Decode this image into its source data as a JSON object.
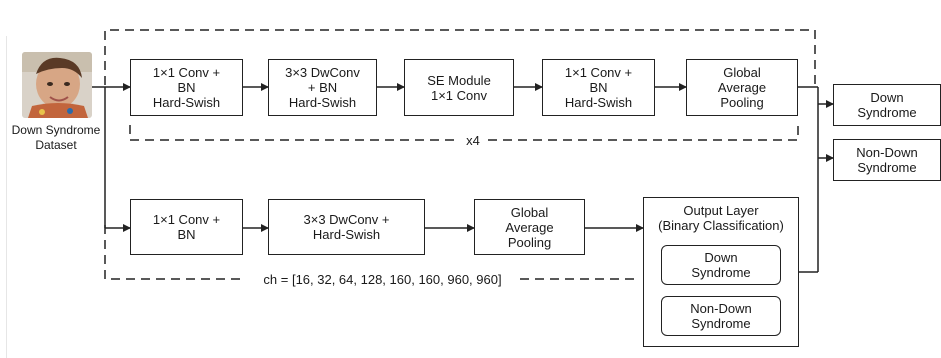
{
  "input": {
    "label": "Down Syndrome\nDataset"
  },
  "top_row": {
    "blocks": [
      "1×1 Conv +\nBN\nHard-Swish",
      "3×3 DwConv\n+ BN\nHard-Swish",
      "SE Module\n1×1 Conv",
      "1×1 Conv +\nBN\nHard-Swish",
      "Global\nAverage\nPooling"
    ],
    "repeat_label": "x4"
  },
  "bottom_row": {
    "blocks": [
      "1×1 Conv +\nBN",
      "3×3 DwConv +\nHard-Swish",
      "Global\nAverage\nPooling"
    ],
    "channels_label": "ch = [16, 32, 64, 128, 160, 160, 960, 960]"
  },
  "output_layer": {
    "title": "Output Layer\n(Binary Classification)",
    "classes": [
      "Down\nSyndrome",
      "Non-Down\nSyndrome"
    ]
  },
  "outputs": [
    "Down\nSyndrome",
    "Non-Down\nSyndrome"
  ]
}
